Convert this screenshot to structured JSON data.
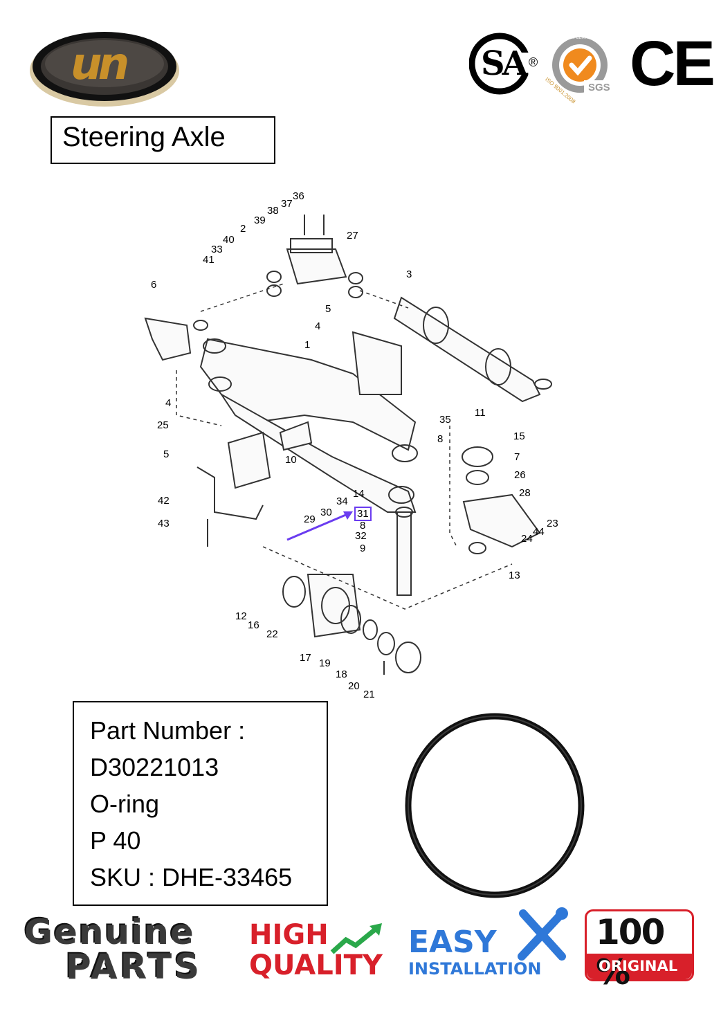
{
  "brand": {
    "logo_text": "un"
  },
  "certifications": {
    "csa": "SA",
    "csa_mark": "®",
    "iso": "ISO 9001:2008",
    "iso_top": "SYSTEM CERTIFICATION",
    "sgs": "SGS",
    "ce": "CE"
  },
  "title": "Steering Axle",
  "diagram": {
    "callouts": [
      "36",
      "37",
      "38",
      "39",
      "27",
      "2",
      "40",
      "33",
      "41",
      "6",
      "3",
      "5",
      "4",
      "1",
      "35",
      "11",
      "8",
      "15",
      "7",
      "26",
      "28",
      "23",
      "44",
      "24",
      "13",
      "25",
      "10",
      "14",
      "34",
      "31",
      "8",
      "32",
      "9",
      "30",
      "29",
      "42",
      "43",
      "12",
      "16",
      "22",
      "17",
      "19",
      "18",
      "20",
      "21",
      "4",
      "5"
    ],
    "highlight": "31"
  },
  "info": {
    "part_number_label": "Part Number :",
    "part_number": "D30221013",
    "name": "O-ring",
    "size": "P 40",
    "sku": "SKU :  DHE-33465"
  },
  "badges": {
    "genuine_line1": "Genuine",
    "genuine_line2": "PARTS",
    "high": "HIGH",
    "quality": "QUALITY",
    "easy": "EASY",
    "installation": "INSTALLATION",
    "percent": "100 %",
    "original": "ORIGINAL"
  },
  "colors": {
    "arrow": "#6a3cf0",
    "gold": "#c8902a",
    "orange": "#f08a1e",
    "red": "#d8202a",
    "blue": "#2f78d8",
    "green": "#2aa84a"
  }
}
